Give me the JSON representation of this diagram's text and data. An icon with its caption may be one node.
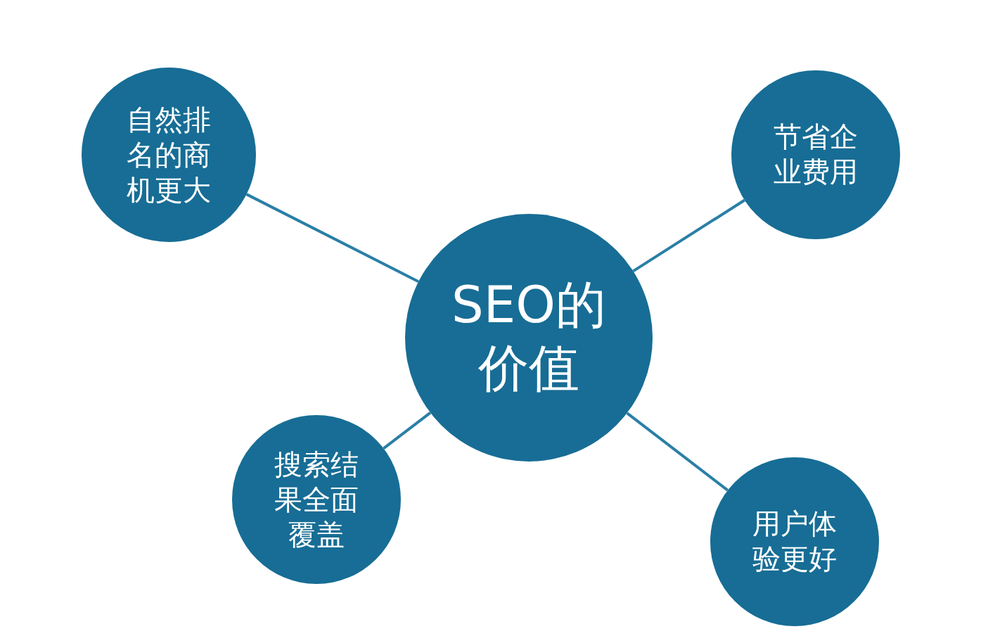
{
  "diagram": {
    "nodes": [
      {
        "text": [
          "自然排名的商机更大"
        ]
      },
      {
        "text": [
          "节省企业费用"
        ]
      },
      {
        "text": [
          "SEO的价值"
        ]
      },
      {
        "text": [
          "搜索结果全面覆盖"
        ]
      },
      {
        "text": [
          "用户体验更好"
        ]
      }
    ],
    "edges": [
      {
        "from": 2,
        "to": 0,
        "arrow": "none"
      },
      {
        "from": 2,
        "to": 1,
        "arrow": "none"
      },
      {
        "from": 2,
        "to": 3,
        "arrow": "none"
      },
      {
        "from": 2,
        "to": 4,
        "arrow": "none"
      }
    ]
  }
}
